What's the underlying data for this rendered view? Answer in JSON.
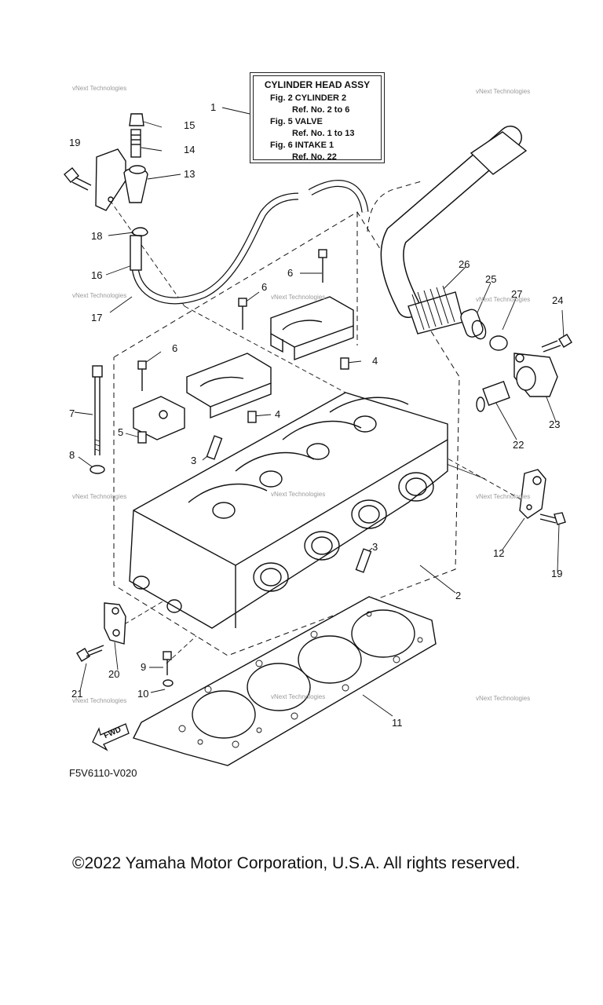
{
  "reference_box": {
    "title": "CYLINDER HEAD ASSY",
    "lines": [
      "Fig.  2 CYLINDER 2",
      "Ref. No. 2 to 6",
      "Fig.  5 VALVE",
      "Ref. No. 1 to 13",
      "Fig.  6 INTAKE 1",
      "Ref. No. 22"
    ]
  },
  "callouts": [
    "1",
    "2",
    "3",
    "3",
    "4",
    "4",
    "5",
    "6",
    "6",
    "6",
    "7",
    "8",
    "9",
    "10",
    "11",
    "12",
    "13",
    "14",
    "15",
    "16",
    "17",
    "18",
    "19",
    "19",
    "20",
    "21",
    "22",
    "23",
    "24",
    "25",
    "26",
    "27"
  ],
  "watermark": "vNext Technologies",
  "fwd_label": "FWD",
  "part_code": "F5V6110-V020",
  "copyright": "©2022 Yamaha Motor Corporation, U.S.A. All rights reserved."
}
